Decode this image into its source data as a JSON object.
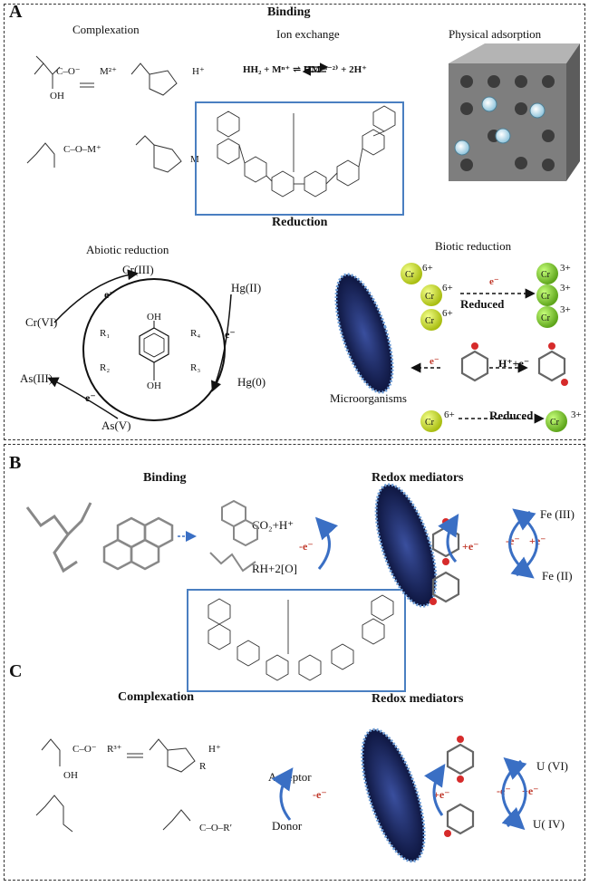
{
  "panels": {
    "a": {
      "label": "A",
      "title": "Binding",
      "complexation": "Complexation",
      "ion_exchange": "Ion exchange",
      "ion_exchange_eq": "HH₂ + Mⁿ⁺ ⇌ HM⁽ⁿ⁻²⁾ + 2H⁺",
      "physical_adsorption": "Physical adsorption",
      "reduction": "Reduction",
      "abiotic": "Abiotic reduction",
      "biotic": "Biotic reduction",
      "abiotic_species": [
        "Cr(III)",
        "Cr(VI)",
        "Hg(II)",
        "Hg(0)",
        "As(III)",
        "As(V)"
      ],
      "ring_substituents": [
        "OH",
        "R₁",
        "R₄",
        "R₂",
        "R₃",
        "OH"
      ],
      "electron": "e⁻",
      "cr": "Cr",
      "cr6": "6+",
      "cr3": "3+",
      "reduced": "Reduced",
      "microorganisms": "Microorganisms",
      "h_plus_e": "H⁺+e⁻",
      "complex_texts": [
        "C–O⁻",
        "OH",
        "M²⁺",
        "H⁺",
        "C–O–M⁺",
        "M"
      ]
    },
    "b": {
      "label": "B",
      "binding": "Binding",
      "redox": "Redox mediators",
      "co2": "CO₂+H⁺",
      "rh": "RH+2[O]",
      "minus_e": "-e⁻",
      "plus_e": "+e⁻",
      "fe3": "Fe (III)",
      "fe2": "Fe (II)"
    },
    "c": {
      "label": "C",
      "complexation": "Complexation",
      "redox": "Redox mediators",
      "acceptor": "Acceptor",
      "donor": "Donor",
      "minus_e": "-e⁻",
      "plus_e": "+e⁻",
      "u6": "U (VI)",
      "u4": "U( IV)",
      "complex_texts": [
        "C–O⁻",
        "R³⁺",
        "OH",
        "H⁺",
        "R",
        "C–O–R′"
      ]
    }
  },
  "colors": {
    "border": "#333333",
    "humic_box": "#4a7fc1",
    "arrow_blue": "#3a6fc4",
    "cr_ball": "#c6d830",
    "microbe": "#1b2a6b",
    "red_text": "#c0392b",
    "cube": "#8f8f8f"
  }
}
